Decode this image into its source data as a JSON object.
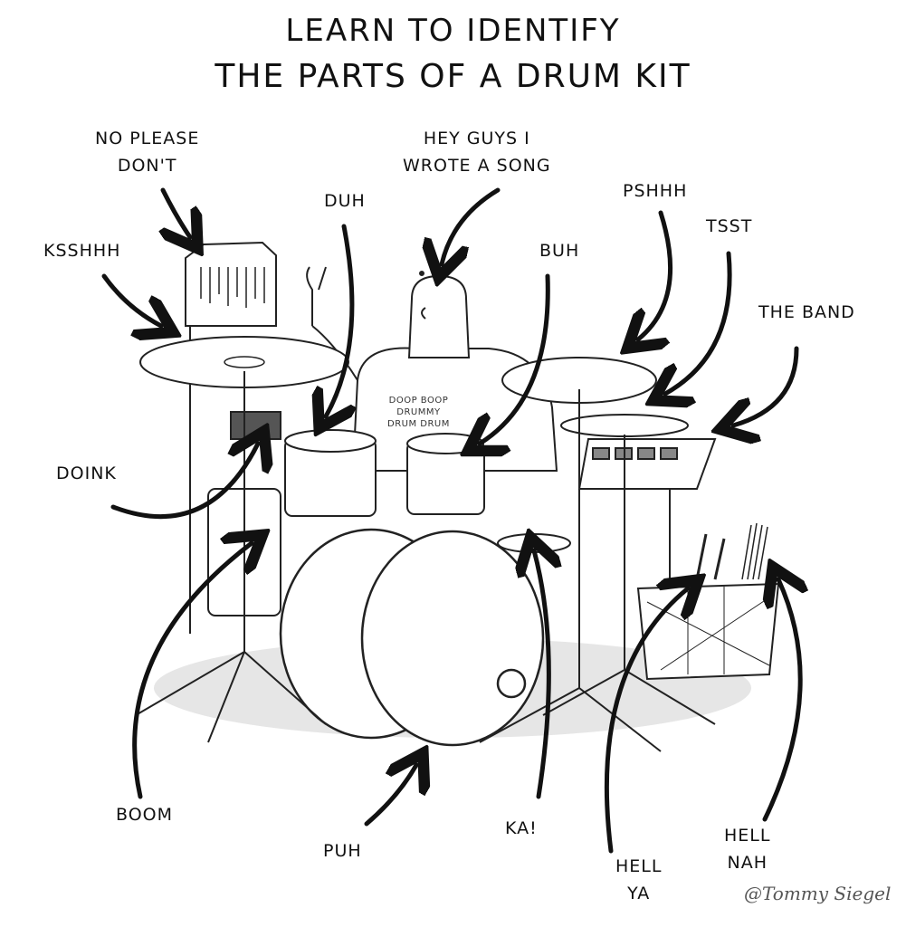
{
  "title": {
    "line1": "LEARN TO IDENTIFY",
    "line2": "THE PARTS OF A DRUM KIT"
  },
  "labels": {
    "no_please": "NO PLEASE\nDON'T",
    "hey_guys": "HEY GUYS I\nWROTE A SONG",
    "duh": "DUH",
    "pshhh": "PSHHH",
    "tsst": "TSST",
    "ksshhh": "KSSHHH",
    "buh": "BUH",
    "the_band": "THE BAND",
    "doink": "DOINK",
    "boom": "BOOM",
    "puh": "PUH",
    "ka": "KA!",
    "hell_ya": "HELL\nYA",
    "hell_nah": "HELL\nNAH"
  },
  "shirt_text": "DOOP BOOP\nDRUMMY\nDRUM DRUM",
  "signature": "@Tommy Siegel"
}
